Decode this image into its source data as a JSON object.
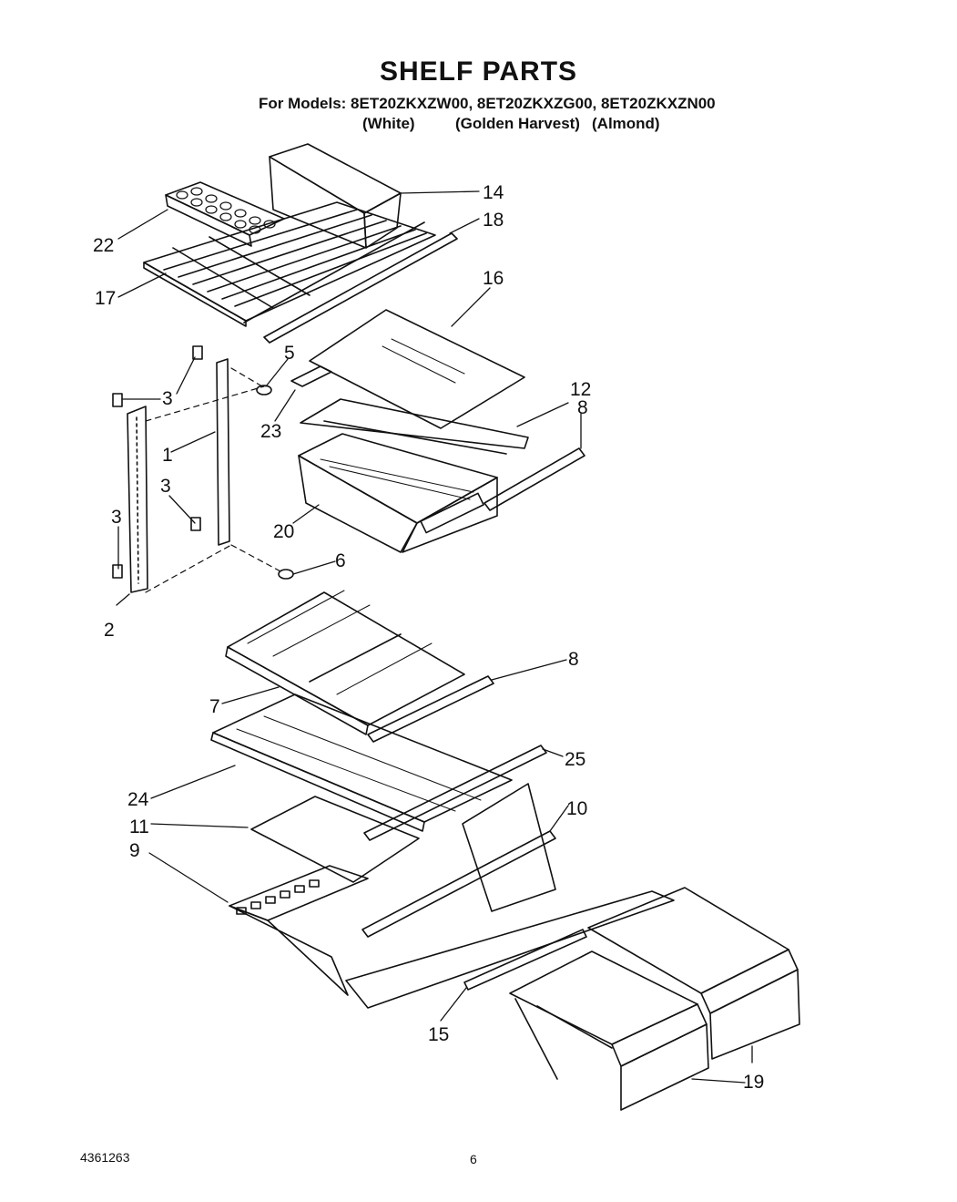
{
  "title": "SHELF PARTS",
  "models_line": "For Models: 8ET20ZKXZW00, 8ET20ZKXZG00, 8ET20ZKXZN00",
  "colors": [
    "(White)",
    "(Golden Harvest)",
    "(Almond)"
  ],
  "callouts": {
    "c14": "14",
    "c18": "18",
    "c22": "22",
    "c17": "17",
    "c16": "16",
    "c5": "5",
    "c3a": "3",
    "c3b": "3",
    "c3c": "3",
    "c1": "1",
    "c23": "23",
    "c12": "12",
    "c8a": "8",
    "c20": "20",
    "c6": "6",
    "c2": "2",
    "c8b": "8",
    "c7": "7",
    "c25": "25",
    "c24": "24",
    "c10": "10",
    "c11": "11",
    "c9": "9",
    "c15": "15",
    "c19": "19"
  },
  "footer": {
    "doc_number": "4361263",
    "page_number": "6"
  }
}
